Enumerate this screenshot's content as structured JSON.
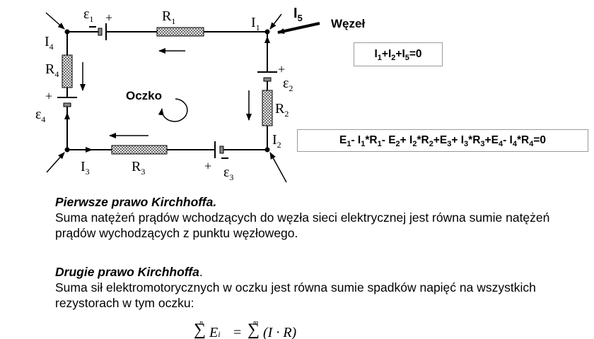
{
  "diagram": {
    "components": {
      "e1": {
        "label": "ε",
        "sub": "1",
        "polarity": "+"
      },
      "r1": {
        "label": "R",
        "sub": "1"
      },
      "i1": {
        "label": "I",
        "sub": "1"
      },
      "i5": {
        "label": "I",
        "sub": "5"
      },
      "node_label": "Węzeł",
      "i4": {
        "label": "I",
        "sub": "4"
      },
      "r4": {
        "label": "R",
        "sub": "4"
      },
      "e4": {
        "label": "ε",
        "sub": "4",
        "polarity": "+"
      },
      "loop_label": "Oczko",
      "e2": {
        "label": "ε",
        "sub": "2",
        "polarity": "+"
      },
      "r2": {
        "label": "R",
        "sub": "2"
      },
      "i2": {
        "label": "I",
        "sub": "2"
      },
      "i3": {
        "label": "I",
        "sub": "3"
      },
      "r3": {
        "label": "R",
        "sub": "3"
      },
      "e3": {
        "label": "ε",
        "sub": "3",
        "polarity": "+"
      }
    },
    "node_equation": "I1+I2+I5=0",
    "loop_equation": "E1- I1*R1- E2+ I2*R2+E3+ I3*R3+E4- I4*R4=0"
  },
  "laws": {
    "first": {
      "title": "Pierwsze prawo Kirchhoffa.",
      "text": "Suma natężeń prądów wchodzących do węzła sieci elektrycznej jest równa sumie natężeń prądów wychodzących z punktu węzłowego."
    },
    "second": {
      "title": "Drugie prawo Kirchhoffa",
      "title_suffix": ".",
      "text": "Suma sił elektromotorycznych w oczku jest równa sumie spadków napięć na wszystkich rezystorach w tym oczku:"
    }
  },
  "formula": {
    "sum_upper_left": "n",
    "sum_symbol": "∑",
    "left_term": "E",
    "left_index": "i",
    "equals": "=",
    "sum_upper_right": "m",
    "right_term": "(I",
    "right_dot": "·",
    "right_r": "R",
    "close": ")"
  }
}
